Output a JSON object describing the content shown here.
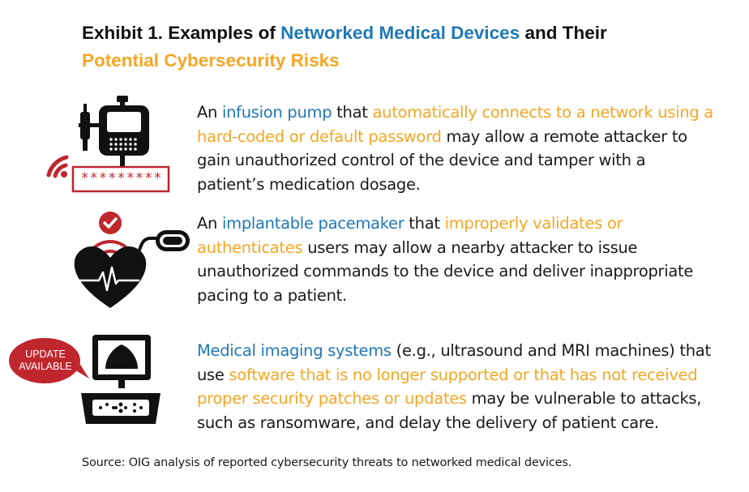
{
  "title": {
    "part1": "Exhibit 1.  Examples of ",
    "part2": "Networked Medical Devices",
    "part3": " and Their",
    "part4": "Potential Cybersecurity Risks"
  },
  "rows": [
    {
      "icon": "infusion-pump-icon",
      "password_label": "*********",
      "seg": [
        "An ",
        "infusion pump",
        " that ",
        "automatically connects to a network using a hard-coded or default password",
        " may allow a remote attacker to gain unauthorized control of the device and tamper with a patient’s medication dosage."
      ]
    },
    {
      "icon": "pacemaker-heart-icon",
      "seg": [
        "An ",
        "implantable pacemaker",
        " that ",
        "improperly validates or authenticates",
        " users may allow a nearby attacker to issue unauthorized commands to the device and deliver inappropriate pacing to a patient."
      ]
    },
    {
      "icon": "imaging-system-icon",
      "badge": [
        "UPDATE",
        "AVAILABLE"
      ],
      "seg": [
        "Medical imaging systems",
        " (e.g., ultrasound and MRI machines) that use ",
        "software that is no longer supported or that has not received proper security patches or updates",
        " may be vulnerable to attacks, such as ransomware, and delay the delivery of patient care."
      ]
    }
  ],
  "source": "Source:  OIG analysis of reported cybersecurity threats to networked medical devices.",
  "colors": {
    "blue": "#1f78b8",
    "orange": "#f5a623",
    "red": "#c0262d",
    "dark": "#111111"
  }
}
